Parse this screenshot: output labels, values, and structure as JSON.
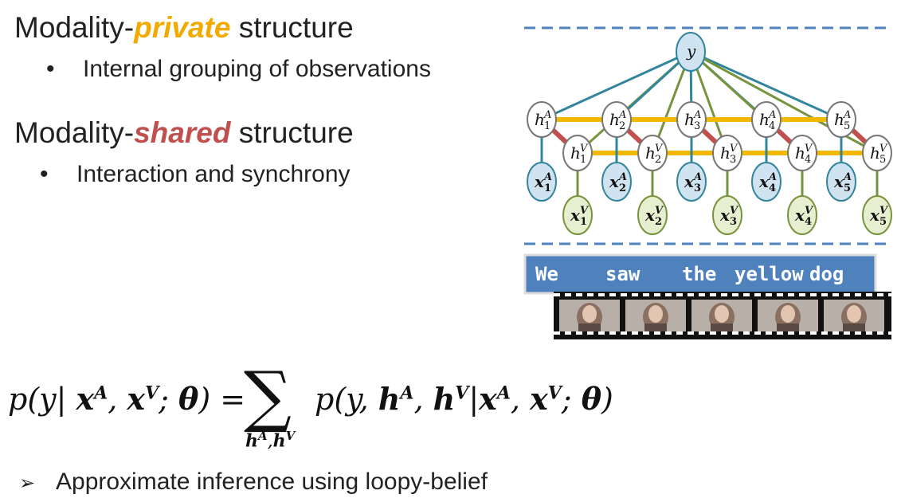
{
  "headings": {
    "private": {
      "prefix": "Modality-",
      "keyword": "private",
      "suffix": " structure"
    },
    "shared": {
      "prefix": "Modality-",
      "keyword": "shared",
      "suffix": " structure"
    }
  },
  "bullets": {
    "private": "Internal grouping of observations",
    "shared": "Interaction and synchrony",
    "marker": "•"
  },
  "diagram": {
    "root": "y",
    "hidden_a": [
      "h1A",
      "h2A",
      "h3A",
      "h4A",
      "h5A"
    ],
    "hidden_v": [
      "h1V",
      "h2V",
      "h3V",
      "h4V",
      "h5V"
    ],
    "obs_a": [
      "x1A",
      "x2A",
      "x3A",
      "x4A",
      "x5A"
    ],
    "obs_v": [
      "x1V",
      "x2V",
      "x3V",
      "x4V",
      "x5V"
    ],
    "transcript_words": [
      "We",
      "saw",
      "the",
      "yellow",
      "dog"
    ],
    "video_frame_count": 5,
    "colors": {
      "dash_line": "#4f81bd",
      "y_fill": "#cfe3f0",
      "teal_edge": "#31859c",
      "green_edge": "#77933c",
      "orange_chain": "#f2b800",
      "red_cross": "#c0504d",
      "obs_a_fill": "#cfe3f0",
      "obs_v_fill": "#e6efcf",
      "transcript_bg": "#4f81bd"
    }
  },
  "equation": {
    "lhs": "p(y| x^A, x^V; θ) =",
    "sum_symbol": "∑",
    "sum_subscript": "h^A,h^V",
    "rhs": "p(y, h^A, h^V | x^A, x^V; θ)"
  },
  "approx": {
    "marker": "➢",
    "text": "Approximate inference using loopy-belief"
  }
}
